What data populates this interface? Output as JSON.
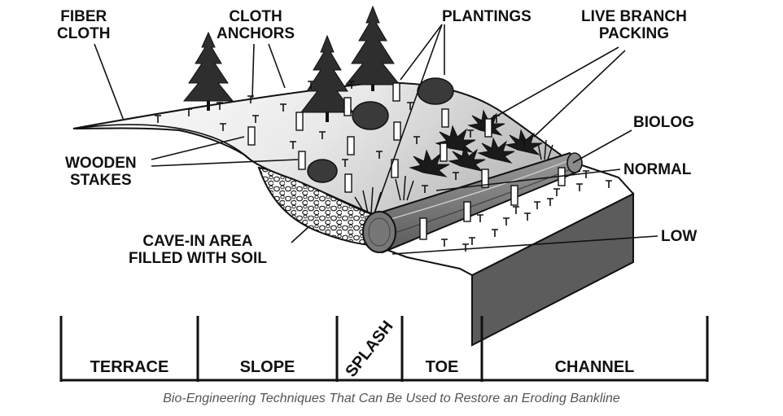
{
  "labels": {
    "fiber_cloth": [
      "FIBER",
      "CLOTH"
    ],
    "cloth_anchors": [
      "CLOTH",
      "ANCHORS"
    ],
    "plantings": "PLANTINGS",
    "live_branch_packing": [
      "LIVE BRANCH",
      "PACKING"
    ],
    "biolog": "BIOLOG",
    "normal": "NORMAL",
    "low": "LOW",
    "wooden_stakes": [
      "WOODEN",
      "STAKES"
    ],
    "cave_in": [
      "CAVE-IN AREA",
      "FILLED WITH SOIL"
    ]
  },
  "zones": [
    "TERRACE",
    "SLOPE",
    "SPLASH",
    "TOE",
    "CHANNEL"
  ],
  "caption": "Bio-Engineering Techniques That Can Be Used to Restore an Eroding Bankline"
}
